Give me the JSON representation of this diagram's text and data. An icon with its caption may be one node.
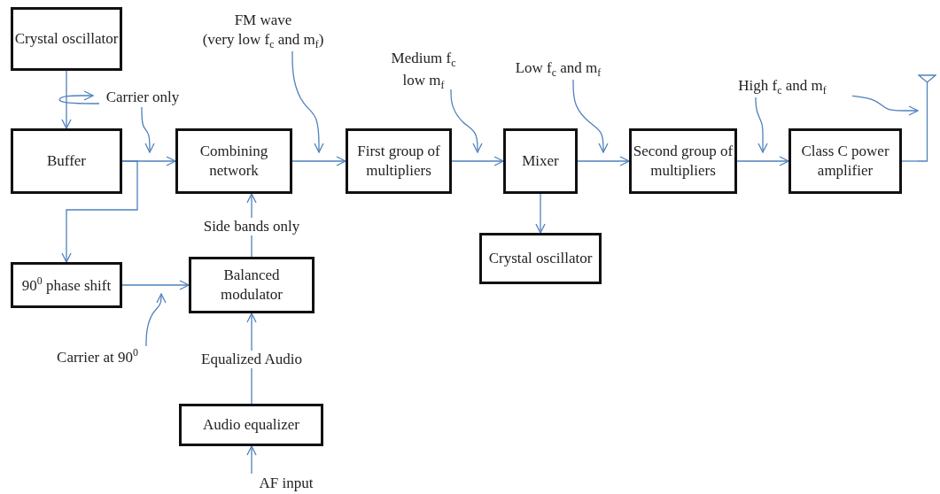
{
  "diagram": {
    "nodes": [
      {
        "text": [
          "Crystal oscillator"
        ]
      },
      {
        "text": [
          "Buffer"
        ]
      },
      {
        "text": [
          "Combining network"
        ]
      },
      {
        "text": [
          "First group of multipliers"
        ]
      },
      {
        "text": [
          "Mixer"
        ]
      },
      {
        "text": [
          "Second group of multipliers"
        ]
      },
      {
        "text": [
          "Class C power amplifier"
        ]
      },
      {
        "text": [
          "Crystal oscillator"
        ]
      },
      {
        "text": [
          "90$^{0}$ phase shift"
        ]
      },
      {
        "text": [
          "Balanced modulator"
        ]
      },
      {
        "text": [
          "Audio equalizer"
        ]
      },
      {
        "text": [],
        "shape": "antenna"
      },
      {
        "text": [
          "AF input"
        ]
      },
      {
        "text": [
          "Carrier  only"
        ]
      },
      {
        "text": [
          "FM wave (very low f$_{c}$ and  m$_{f}$)"
        ]
      },
      {
        "text": [
          "Medium f$_{c}$ low m$_{f}$"
        ]
      },
      {
        "text": [
          "Low f$_{c}$ and  m$_{f}$"
        ]
      },
      {
        "text": [
          "High f$_{c}$ and  m$_{f}$"
        ]
      },
      {
        "text": [
          "Carrier at 90$^{0}$"
        ]
      }
    ],
    "edges": [
      {
        "from": 0,
        "to": 1,
        "arrow": "to"
      },
      {
        "from": 1,
        "to": 2,
        "arrow": "to"
      },
      {
        "from": 1,
        "to": 8,
        "arrow": "to"
      },
      {
        "from": 2,
        "to": 3,
        "arrow": "to"
      },
      {
        "from": 3,
        "to": 4,
        "arrow": "to"
      },
      {
        "from": 4,
        "to": 5,
        "arrow": "to"
      },
      {
        "from": 5,
        "to": 6,
        "arrow": "to"
      },
      {
        "from": 4,
        "to": 7,
        "arrow": "to"
      },
      {
        "from": 8,
        "to": 9,
        "arrow": "to"
      },
      {
        "from": 9,
        "to": 2,
        "label": "Side bands only",
        "arrow": "to"
      },
      {
        "from": 10,
        "to": 9,
        "label": "Equalized Audio",
        "arrow": "to"
      },
      {
        "from": 12,
        "to": 10,
        "arrow": "to"
      },
      {
        "from": 6,
        "to": 11,
        "arrow": "none"
      },
      {
        "from": null,
        "to": 13,
        "arrow": "to"
      },
      {
        "from": 13,
        "to": null,
        "arrow": "to"
      },
      {
        "from": 14,
        "to": null,
        "arrow": "to"
      },
      {
        "from": 15,
        "to": null,
        "arrow": "to"
      },
      {
        "from": 16,
        "to": null,
        "arrow": "to"
      },
      {
        "from": 17,
        "to": null,
        "arrow": "to"
      },
      {
        "from": 17,
        "to": 11,
        "arrow": "to"
      },
      {
        "from": 18,
        "to": null,
        "arrow": "to"
      }
    ]
  }
}
